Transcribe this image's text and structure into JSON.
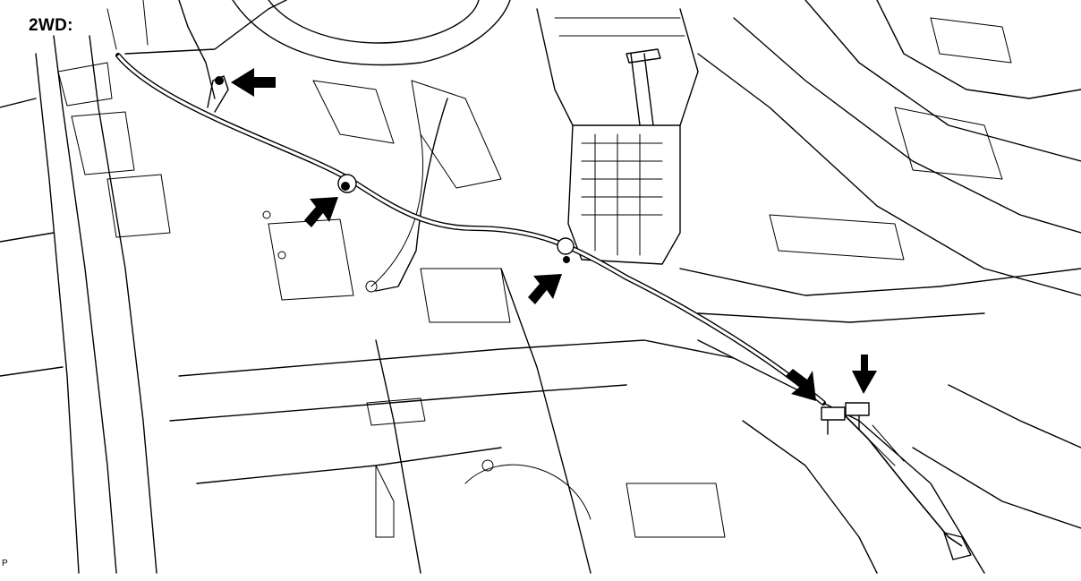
{
  "diagram": {
    "variant_label": "2WD:",
    "figure_code": "P"
  },
  "callouts": [
    {
      "name": "upper-bolt-arrow",
      "icon": "arrow-left-icon"
    },
    {
      "name": "mid-left-bolt-arrow",
      "icon": "arrow-up-right-icon"
    },
    {
      "name": "mid-right-bolt-arrow",
      "icon": "arrow-up-right-icon"
    },
    {
      "name": "rear-clamp-arrow",
      "icon": "arrow-down-right-icon"
    },
    {
      "name": "rear-bracket-arrow",
      "icon": "arrow-down-icon"
    }
  ]
}
